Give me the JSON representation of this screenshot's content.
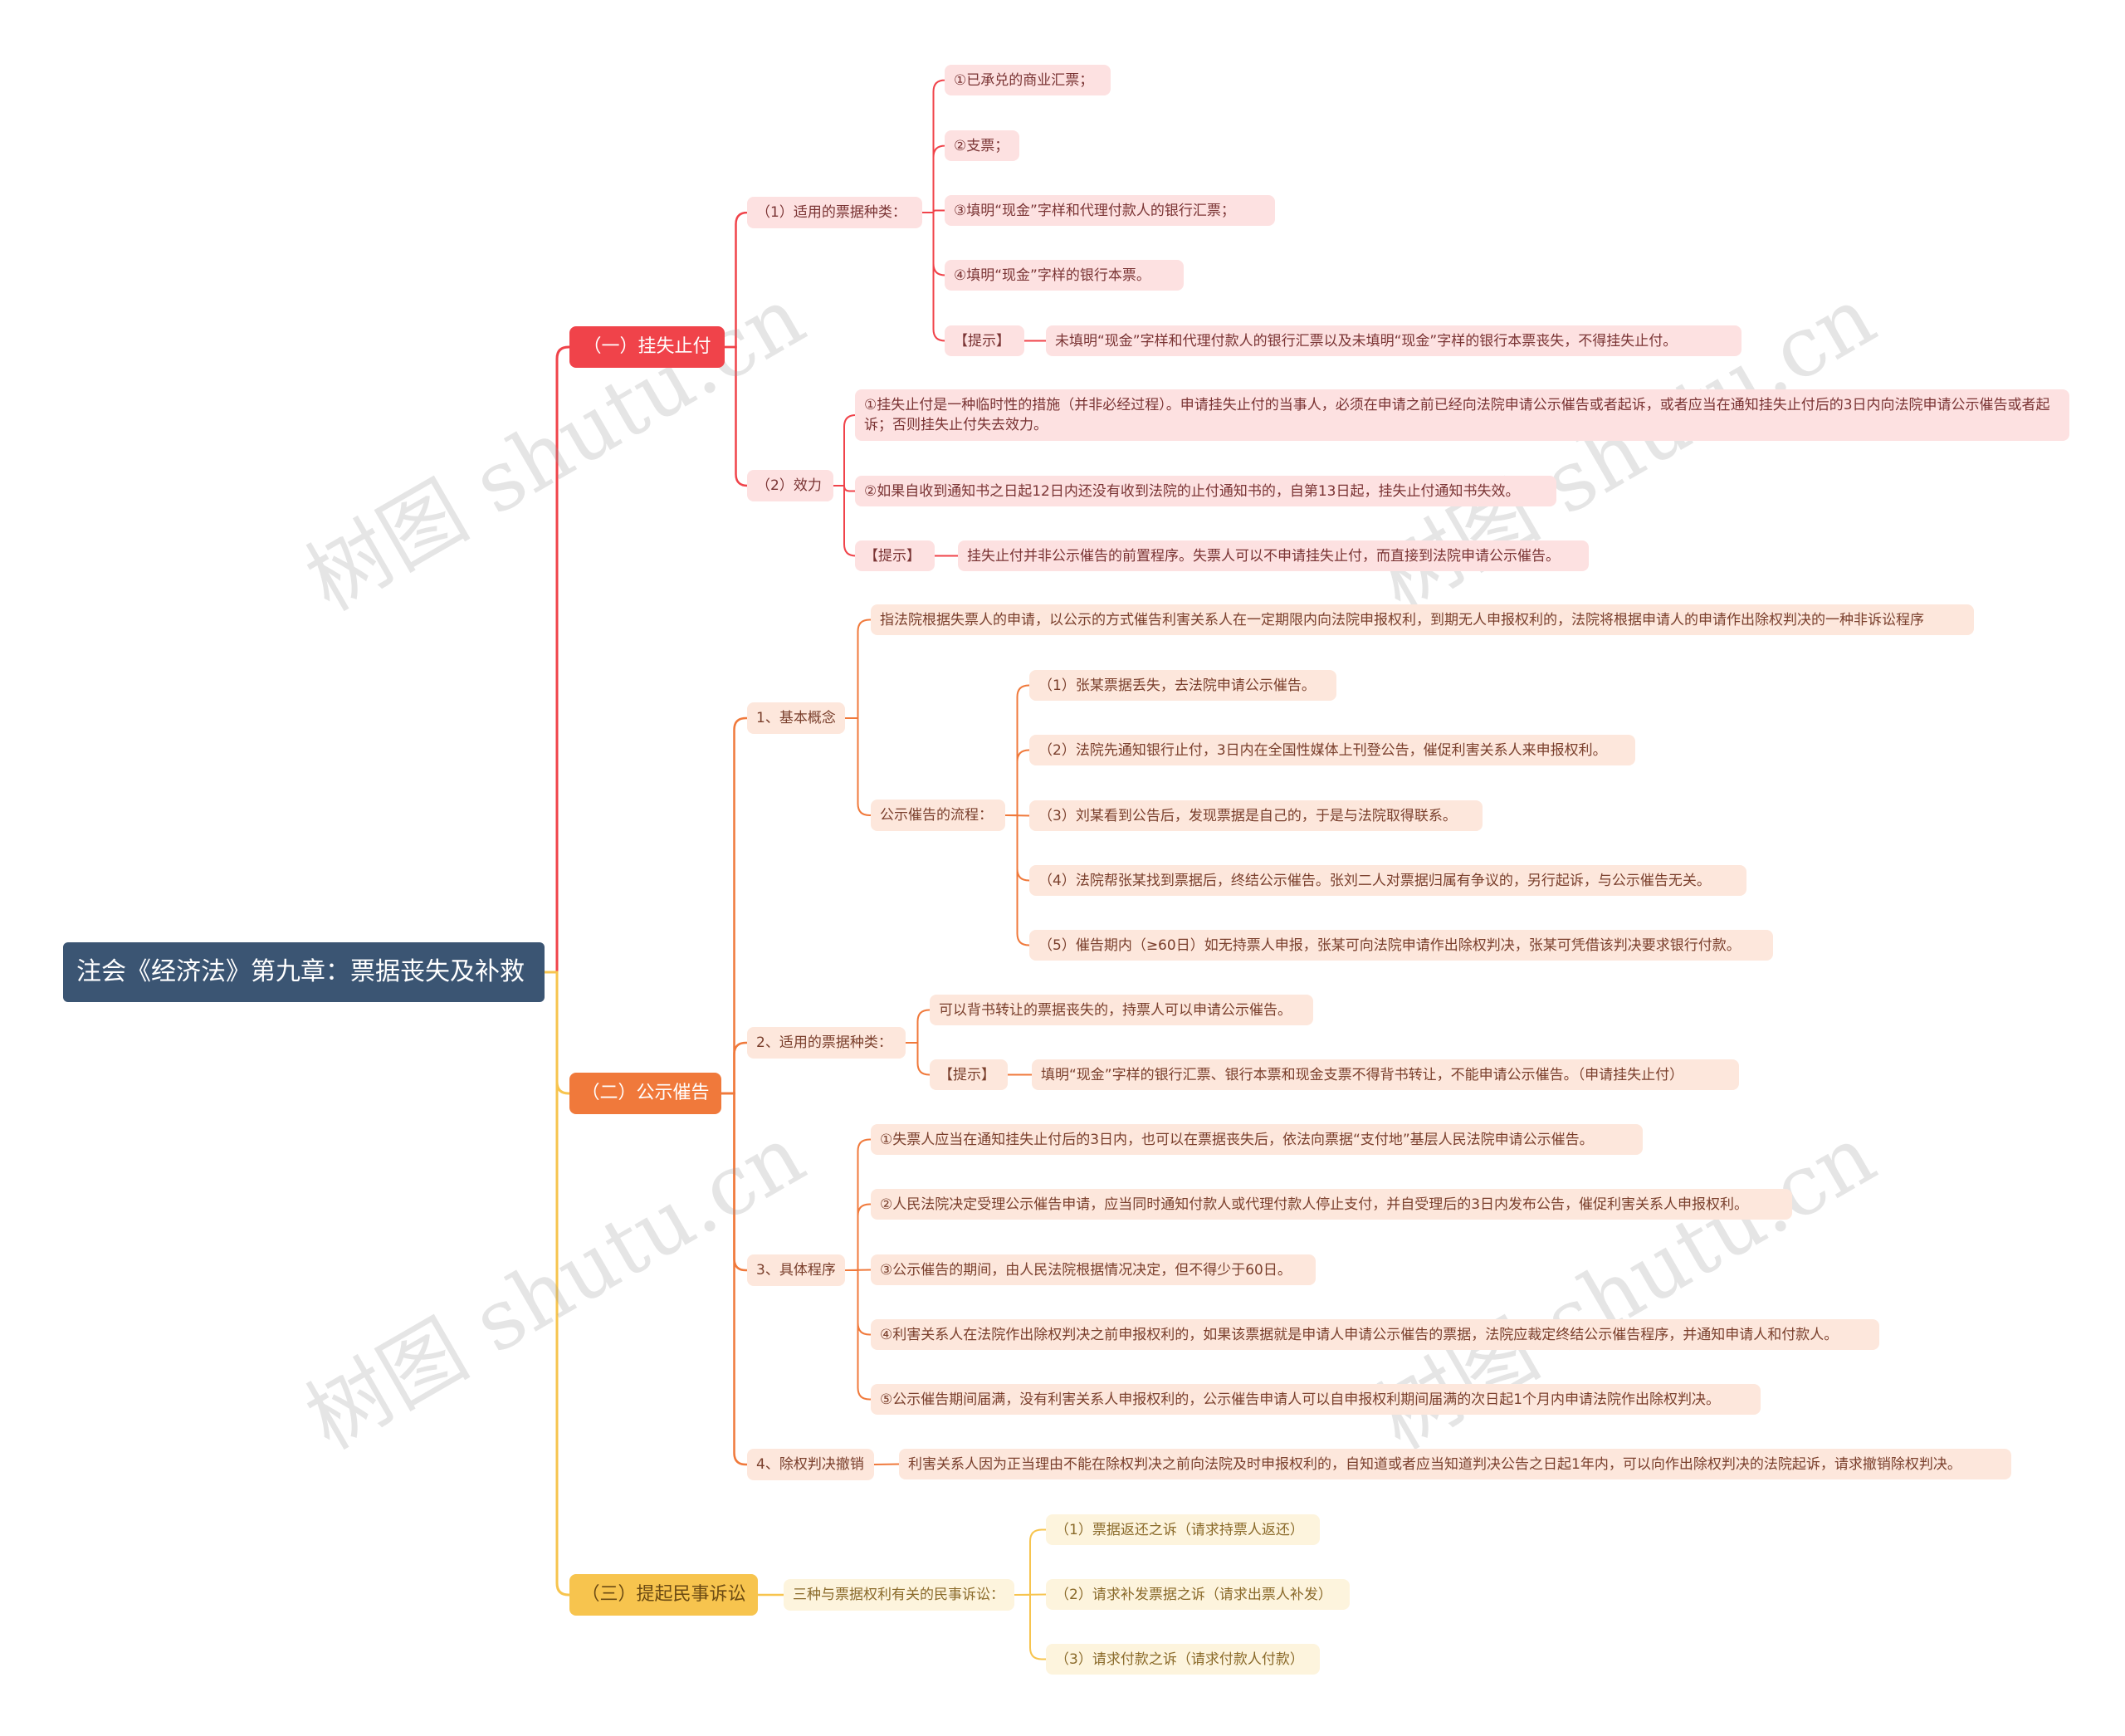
{
  "root": {
    "label": "注会《经济法》第九章：票据丧失及补救"
  },
  "branches": {
    "b1": {
      "label": "（一）挂失止付",
      "s1": {
        "label": "（1）适用的票据种类：",
        "items": [
          "①已承兑的商业汇票；",
          "②支票；",
          "③填明“现金”字样和代理付款人的银行汇票；",
          "④填明“现金”字样的银行本票。"
        ],
        "tip_label": "【提示】",
        "tip_text": "未填明“现金”字样和代理付款人的银行汇票以及未填明“现金”字样的银行本票丧失，不得挂失止付。"
      },
      "s2": {
        "label": "（2）效力",
        "items": [
          "①挂失止付是一种临时性的措施（并非必经过程）。申请挂失止付的当事人，必须在申请之前已经向法院申请公示催告或者起诉，或者应当在通知挂失止付后的3日内向法院申请公示催告或者起诉；否则挂失止付失去效力。",
          "②如果自收到通知书之日起12日内还没有收到法院的止付通知书的，自第13日起，挂失止付通知书失效。"
        ],
        "tip_label": "【提示】",
        "tip_text": "挂失止付并非公示催告的前置程序。失票人可以不申请挂失止付，而直接到法院申请公示催告。"
      }
    },
    "b2": {
      "label": "（二）公示催告",
      "s1": {
        "label": "1、基本概念",
        "definition": "指法院根据失票人的申请，以公示的方式催告利害关系人在一定期限内向法院申报权利，到期无人申报权利的，法院将根据申请人的申请作出除权判决的一种非诉讼程序",
        "flow_label": "公示催告的流程：",
        "flow": [
          "（1）张某票据丢失，去法院申请公示催告。",
          "（2）法院先通知银行止付，3日内在全国性媒体上刊登公告，催促利害关系人来申报权利。",
          "（3）刘某看到公告后，发现票据是自己的，于是与法院取得联系。",
          "（4）法院帮张某找到票据后，终结公示催告。张刘二人对票据归属有争议的，另行起诉，与公示催告无关。",
          "（5）催告期内（≥60日）如无持票人申报，张某可向法院申请作出除权判决，张某可凭借该判决要求银行付款。"
        ]
      },
      "s2": {
        "label": "2、适用的票据种类：",
        "item": "可以背书转让的票据丧失的，持票人可以申请公示催告。",
        "tip_label": "【提示】",
        "tip_text": "填明“现金”字样的银行汇票、银行本票和现金支票不得背书转让，不能申请公示催告。（申请挂失止付）"
      },
      "s3": {
        "label": "3、具体程序",
        "items": [
          "①失票人应当在通知挂失止付后的3日内，也可以在票据丧失后，依法向票据“支付地”基层人民法院申请公示催告。",
          "②人民法院决定受理公示催告申请，应当同时通知付款人或代理付款人停止支付，并自受理后的3日内发布公告，催促利害关系人申报权利。",
          "③公示催告的期间，由人民法院根据情况决定，但不得少于60日。",
          "④利害关系人在法院作出除权判决之前申报权利的，如果该票据就是申请人申请公示催告的票据，法院应裁定终结公示催告程序，并通知申请人和付款人。",
          "⑤公示催告期间届满，没有利害关系人申报权利的，公示催告申请人可以自申报权利期间届满的次日起1个月内申请法院作出除权判决。"
        ]
      },
      "s4": {
        "label": "4、除权判决撤销",
        "item": "利害关系人因为正当理由不能在除权判决之前向法院及时申报权利的，自知道或者应当知道判决公告之日起1年内，可以向作出除权判决的法院起诉，请求撤销除权判决。"
      }
    },
    "b3": {
      "label": "（三）提起民事诉讼",
      "s1": {
        "label": "三种与票据权利有关的民事诉讼：",
        "items": [
          "（1）票据返还之诉（请求持票人返还）",
          "（2）请求补发票据之诉（请求出票人补发）",
          "（3）请求付款之诉（请求付款人付款）"
        ]
      }
    }
  },
  "watermark": "树图 shutu.cn",
  "colors": {
    "root": "#3b5573",
    "red": "#f0434a",
    "orange": "#f0793b",
    "yellow": "#f7c44e"
  }
}
